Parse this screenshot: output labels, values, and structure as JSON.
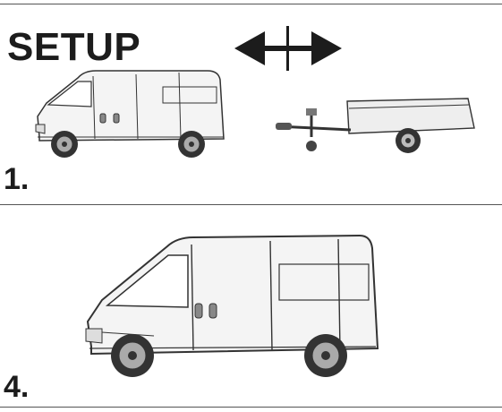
{
  "header": {
    "title": "SETUP"
  },
  "steps": [
    {
      "number": "1."
    },
    {
      "number": "4."
    }
  ],
  "icons": {
    "distance_arrow": "double-arrow-icon",
    "van": "van-illustration",
    "trailer": "trailer-illustration"
  },
  "colors": {
    "ink": "#1c1c1c",
    "line": "#555555",
    "body_fill": "#f4f4f4"
  }
}
